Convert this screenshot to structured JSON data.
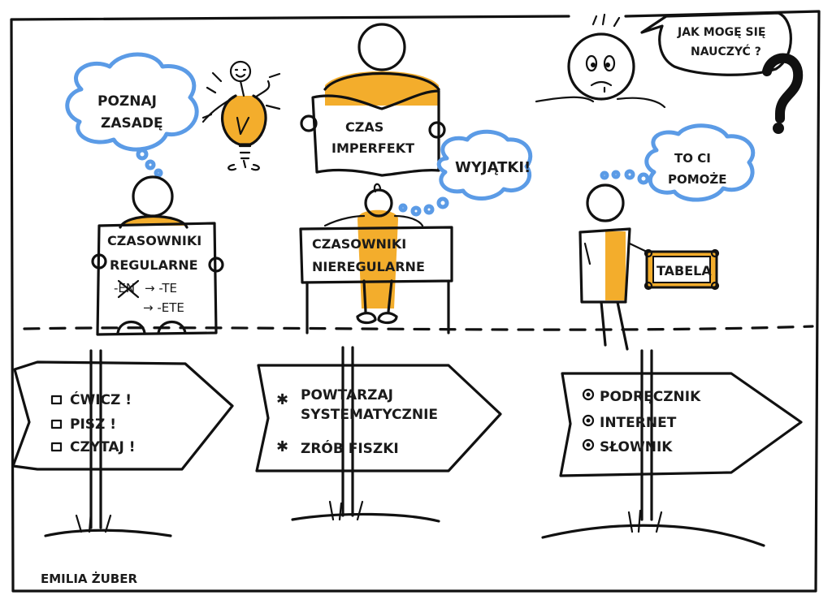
{
  "colors": {
    "accent": "#f3ad2c",
    "cloud": "#5b9be6",
    "ink": "#111111",
    "paper": "#ffffff"
  },
  "clouds": {
    "learn_rule": [
      "POZNAJ",
      "ZASADĘ"
    ],
    "exceptions": "WYJĄTKI!",
    "helps": [
      "TO CI",
      "POMOŻE"
    ]
  },
  "speech": {
    "question": [
      "JAK MOGĘ SIĘ",
      "NAUCZYĆ ?"
    ]
  },
  "boards": {
    "imperfect": [
      "CZAS",
      "IMPERFEKT"
    ],
    "regular": {
      "title": [
        "CZASOWNIKI",
        "REGULARNE"
      ],
      "rule_from": "-EN",
      "rule_to_1": "→ -TE",
      "rule_to_2": "→ -ETE"
    },
    "irregular": [
      "CZASOWNIKI",
      "NIEREGULARNE"
    ],
    "table": "TABELA"
  },
  "signs": {
    "left": [
      "ĆWICZ !",
      "PISZ !",
      "CZYTAJ !"
    ],
    "middle": [
      "POWTARZAJ",
      "SYSTEMATYCZNIE",
      "ZRÓB FISZKI"
    ],
    "right": [
      "PODRĘCZNIK",
      "INTERNET",
      "SŁOWNIK"
    ]
  },
  "author": "EMILIA ŻUBER",
  "icons": [
    "lightbulb-icon",
    "question-mark-icon",
    "bullet-square-icon",
    "bullet-star-icon",
    "bullet-circle-icon",
    "arrow-icon"
  ]
}
